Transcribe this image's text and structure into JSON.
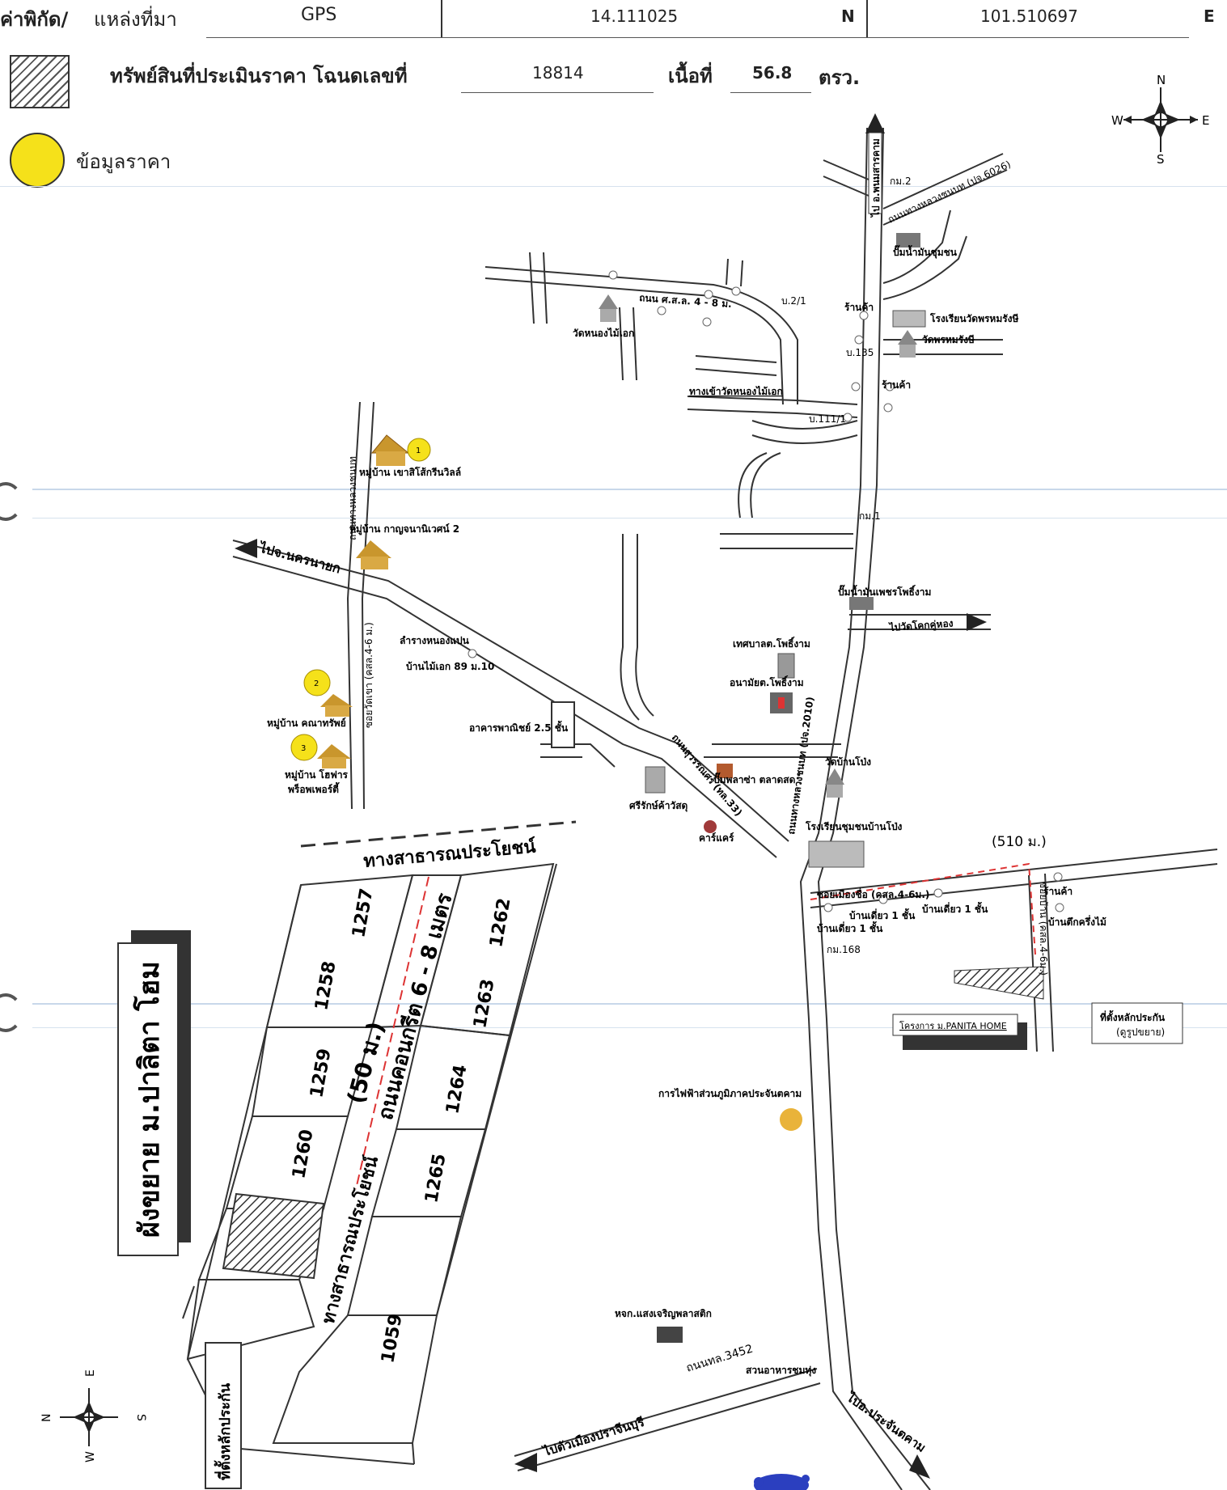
{
  "header": {
    "coord_label": "ค่าพิกัด/",
    "source_label": "แหล่งที่มา",
    "source_value": "GPS",
    "lat_value": "14.111025",
    "lat_dir": "N",
    "lon_value": "101.510697",
    "lon_dir": "E"
  },
  "legend": {
    "subject_label": "ทรัพย์สินที่ประเมินราคา โฉนดเลขที่",
    "deed_no": "18814",
    "area_label": "เนื้อที่",
    "area_value": "56.8",
    "area_unit": "ตรว.",
    "price_label": "ข้อมูลราคา",
    "price_color": "#f5e11a"
  },
  "compass_top": {
    "n": "N",
    "s": "S",
    "e": "E",
    "w": "W"
  },
  "compass_bottom": {
    "n": "N",
    "s": "S",
    "e": "E",
    "w": "W"
  },
  "map_labels": {
    "road_top": "ไป อ.พนมสารคาม",
    "km2": "กม.2",
    "road_6026": "ถนนทางหลวงชนบท (ปจ.6026)",
    "gas_community": "ปั๊มน้ำมันชุมชน",
    "road_ssl": "ถนน ศ.ส.ล. 4 - 8 ม.",
    "wat_nongmaiek": "วัดหนองไม้เอก",
    "b21": "บ.2/1",
    "shop1": "ร้านค้า",
    "school_wat": "โรงเรียนวัดพรหมรังษี",
    "wat_prom": "วัดพรหมรังษี",
    "b135": "บ.135",
    "entry_wat": "ทางเข้าวัดหนองไม้เอก",
    "shop2": "ร้านค้า",
    "b1111": "บ.111/1",
    "village1": "หมู่บ้าน เขาสิโส้กรีนวิลล์",
    "road_khao": "ถนนทางหลวงชนบท",
    "village_kan": "หมู่บ้าน กาญจนานิเวศน์ 2",
    "km1": "กม.1",
    "to_nakhon": "ไปจ.นครนายก",
    "gas_phet": "ปั๊มน้ำมันเพชรโพธิ์งาม",
    "to_wat_khok": "ไปวัดโคกคู่หอง",
    "soi_wat": "ซอยวัดเขา (คสล.4-6 ม.)",
    "pond": "ลำรางหนองแปน",
    "ban_maiek": "บ้านไม้เอก 89 ม.10",
    "municipality": "เทศบาลต.โพธิ์งาม",
    "health": "อนามัยต.โพธิ์งาม",
    "village_kanta": "หมู่บ้าน คณาทรัพย์",
    "commercial": "อาคารพาณิชย์ 2.5 ชั้น",
    "village_home": "หมู่บ้าน โฮฟาร",
    "village_home2": "พร็อพเพอร์ตี้",
    "road_2010": "ถนนทางหลวงชนบท (ปจ.2010)",
    "wat_banpong": "วัดบ้านโป่ง",
    "market": "ปั๊มพลาซ่า ตลาดสด",
    "srirak": "ศรีรักษ์ค้าวัสดุ",
    "road_33": "ถนนสุวรรณศร (ทล.33)",
    "carcare": "คาร์แคร์",
    "school_banpong": "โรงเรียนชุมชนบ้านโป่ง",
    "dist_510": "(510 ม.)",
    "soi_mim": "ซอยเมืองชื่อ (คสล.4-6ม.)",
    "shop3": "ร้านค้า",
    "house_a": "บ้านเดี่ยว 1 ชั้น",
    "house_b": "บ้านเดี่ยว 1 ชั้น",
    "house_c": "บ้านเดี่ยว 1 ชั้น",
    "house_semi": "บ้านตึกครึ่งไม้",
    "km168": "กม.168",
    "soi_right": "ซอยบ้าน (คสล.4-6ม.)",
    "project": "โครงการ ม.PANITA HOME",
    "pillar_right": "ที่ตั้งหลักประกัน",
    "pillar_right2": "(ดูรูปขยาย)",
    "pea": "การไฟฟ้าส่วนภูมิภาคประจันตคาม",
    "factory": "หจก.แสงเจริญพลาสติก",
    "to_prachinburi": "ไปตัวเมืองปราจีนบุรี",
    "road_3452": "ถนนทล.3452",
    "garden": "สวนอาหารชมทุ่ง",
    "to_prachantakham": "ไปอ.ประจันตคาม",
    "village_marker1": "1",
    "village_marker2": "2",
    "village_marker3": "3"
  },
  "inset": {
    "title": "ผังขยาย ม.ปาลิตา โฮม",
    "public_way_top": "ทางสาธารณประโยชน์",
    "road_concrete": "ถนนคอนกรีต 6 - 8 เมตร",
    "road_length": "(50 ม.)",
    "public_way_bottom": "ทางสาธารณประโยชน์",
    "pillar_label": "ที่ตั้งหลักประกัน",
    "plots": [
      "1257",
      "1258",
      "1259",
      "1260",
      "1262",
      "1263",
      "1264",
      "1265",
      "1059"
    ]
  }
}
